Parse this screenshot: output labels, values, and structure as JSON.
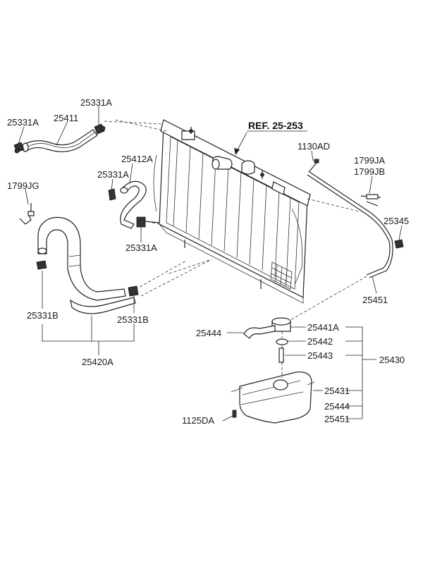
{
  "diagram": {
    "ref_label": "REF. 25-253",
    "labels": {
      "p25331A_top": "25331A",
      "p25331A_left": "25331A",
      "p25411": "25411",
      "p25412A": "25412A",
      "p25331A_mid": "25331A",
      "p25331A_low": "25331A",
      "p1799JG": "1799JG",
      "p25331B_left": "25331B",
      "p25331B_right": "25331B",
      "p25420A": "25420A",
      "p1130AD": "1130AD",
      "p1799JA": "1799JA",
      "p1799JB": "1799JB",
      "p25345": "25345",
      "p25451_hose": "25451",
      "p25444_left": "25444",
      "p25441A": "25441A",
      "p25442": "25442",
      "p25443": "25443",
      "p25430": "25430",
      "p25431": "25431",
      "p25444_list": "25444",
      "p25451_list": "25451",
      "p1125DA": "1125DA"
    }
  }
}
